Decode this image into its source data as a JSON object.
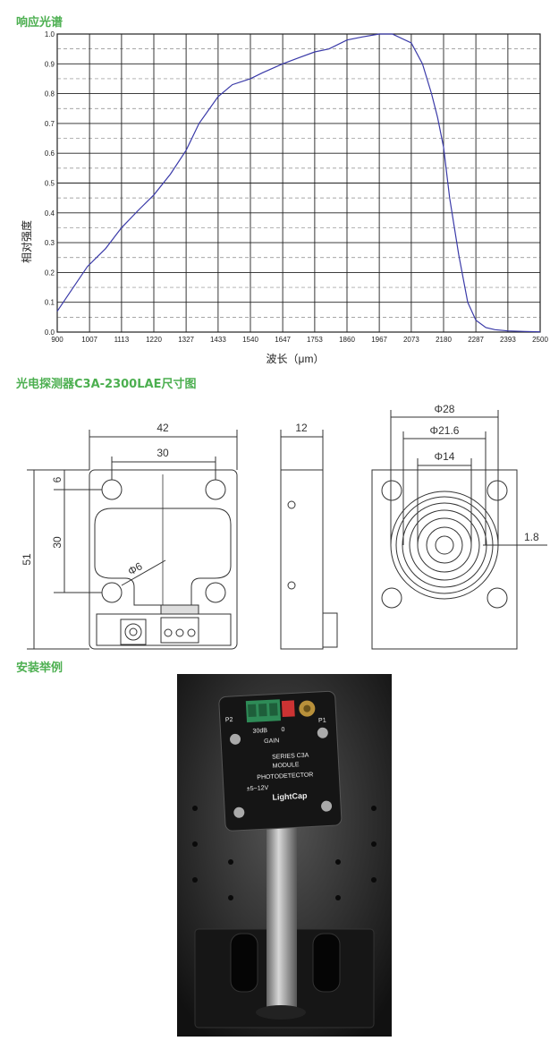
{
  "sections": {
    "spectrum_title": "响应光谱",
    "drawing_title": "光电探测器C3A-2300LAE尺寸图",
    "install_title": "安装举例"
  },
  "chart_data": {
    "type": "line",
    "title": "",
    "xlabel": "波长（μm）",
    "ylabel": "相对强度",
    "xlim": [
      900,
      2500
    ],
    "ylim": [
      0,
      1
    ],
    "x_ticks": [
      "900",
      "1007",
      "1113",
      "1220",
      "1327",
      "1433",
      "1540",
      "1647",
      "1753",
      "1860",
      "1967",
      "2073",
      "2180",
      "2287",
      "2393",
      "2500"
    ],
    "y_ticks": [
      "0.0",
      "0.1",
      "0.2",
      "0.3",
      "0.4",
      "0.5",
      "0.6",
      "0.7",
      "0.8",
      "0.9",
      "1.0"
    ],
    "grid": true,
    "series": [
      {
        "color": "#3a3aa8",
        "x": [
          900,
          940,
          1000,
          1060,
          1113,
          1170,
          1220,
          1275,
          1327,
          1370,
          1433,
          1480,
          1540,
          1580,
          1647,
          1700,
          1753,
          1800,
          1860,
          1910,
          1967,
          2010,
          2073,
          2110,
          2140,
          2160,
          2180,
          2200,
          2230,
          2260,
          2287,
          2320,
          2350,
          2393,
          2450,
          2500
        ],
        "y": [
          0.07,
          0.13,
          0.22,
          0.28,
          0.35,
          0.41,
          0.46,
          0.53,
          0.61,
          0.7,
          0.79,
          0.83,
          0.85,
          0.87,
          0.9,
          0.92,
          0.94,
          0.95,
          0.98,
          0.99,
          1.0,
          1.0,
          0.97,
          0.9,
          0.8,
          0.72,
          0.62,
          0.45,
          0.26,
          0.1,
          0.04,
          0.015,
          0.008,
          0.004,
          0.002,
          0.001
        ]
      }
    ]
  },
  "drawing": {
    "front_width": "42",
    "front_hole_spacing_h": "30",
    "front_hole_offset_top": "6",
    "front_hole_spacing_v": "30",
    "front_height": "51",
    "hole_diameter": "Φ6",
    "side_thickness": "12",
    "dia_outer": "Φ28",
    "dia_mid": "Φ21.6",
    "dia_inner": "Φ14",
    "aperture_offset": "1.8"
  },
  "photo": {
    "labels": [
      "P2",
      "P1",
      "30dB",
      "0",
      "GAIN",
      "SERIES C3A",
      "MODULE",
      "PHOTODETECTOR",
      "±5~12V",
      "LightCap"
    ]
  }
}
